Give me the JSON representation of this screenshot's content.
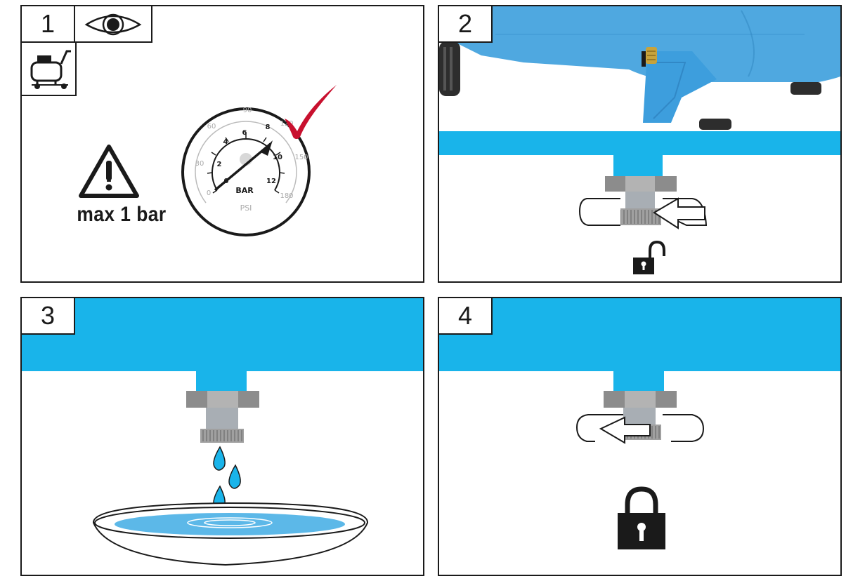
{
  "panels": [
    {
      "number": "1",
      "pressure_label": "max  1 bar"
    },
    {
      "number": "2"
    },
    {
      "number": "3"
    },
    {
      "number": "4"
    }
  ],
  "gauge": {
    "bar_ticks": [
      "0",
      "2",
      "4",
      "6",
      "8",
      "10",
      "12"
    ],
    "psi_ticks": [
      "0",
      "30",
      "60",
      "90",
      "120",
      "150",
      "180"
    ],
    "bar_unit": "BAR",
    "psi_unit": "PSI"
  },
  "colors": {
    "tank_blue": "#19b4ea",
    "compressor_blue": "#5aaee6",
    "check_red": "#c8102e",
    "outline": "#1a1a1a"
  },
  "icons": [
    "eye-icon",
    "compressor-icon",
    "warning-icon",
    "pressure-gauge-icon",
    "checkmark-icon",
    "unlock-icon",
    "lock-icon",
    "rotate-arrow-icon",
    "water-drop-icon",
    "drip-tray-icon"
  ]
}
